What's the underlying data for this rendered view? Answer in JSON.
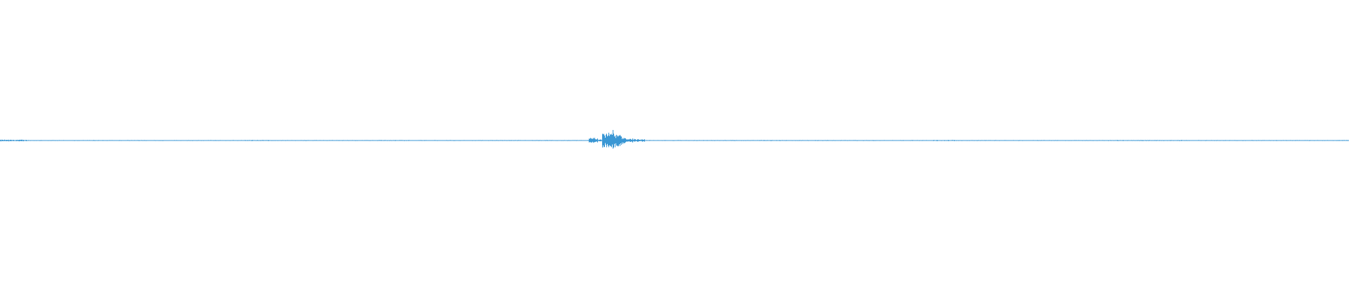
{
  "waveform": {
    "color": "#3a97d4",
    "background": "#ffffff",
    "channel_count": 1,
    "segments": [
      {
        "from": 0.0,
        "to": 0.02,
        "level": 0.035
      },
      {
        "from": 0.02,
        "to": 0.06,
        "level": 0.012
      },
      {
        "from": 0.06,
        "to": 0.07,
        "level": 0.02
      },
      {
        "from": 0.07,
        "to": 0.18,
        "level": 0.012
      },
      {
        "from": 0.18,
        "to": 0.2,
        "level": 0.022
      },
      {
        "from": 0.2,
        "to": 0.28,
        "level": 0.012
      },
      {
        "from": 0.28,
        "to": 0.3,
        "level": 0.02
      },
      {
        "from": 0.3,
        "to": 0.428,
        "level": 0.01
      },
      {
        "from": 0.428,
        "to": 0.436,
        "level": 0.002
      },
      {
        "from": 0.436,
        "to": 0.443,
        "level": 0.11
      },
      {
        "from": 0.443,
        "to": 0.446,
        "level": 0.04
      },
      {
        "from": 0.446,
        "to": 0.45,
        "level": 0.3
      },
      {
        "from": 0.45,
        "to": 0.455,
        "level": 0.4
      },
      {
        "from": 0.455,
        "to": 0.46,
        "level": 0.28
      },
      {
        "from": 0.46,
        "to": 0.464,
        "level": 0.18
      },
      {
        "from": 0.464,
        "to": 0.47,
        "level": 0.08
      },
      {
        "from": 0.47,
        "to": 0.478,
        "level": 0.05
      },
      {
        "from": 0.478,
        "to": 0.49,
        "level": 0.01
      },
      {
        "from": 0.49,
        "to": 0.5,
        "level": 0.02
      },
      {
        "from": 0.5,
        "to": 0.56,
        "level": 0.012
      },
      {
        "from": 0.56,
        "to": 0.58,
        "level": 0.02
      },
      {
        "from": 0.58,
        "to": 0.69,
        "level": 0.012
      },
      {
        "from": 0.69,
        "to": 0.71,
        "level": 0.022
      },
      {
        "from": 0.71,
        "to": 0.82,
        "level": 0.012
      },
      {
        "from": 0.82,
        "to": 0.88,
        "level": 0.02
      },
      {
        "from": 0.88,
        "to": 1.0,
        "level": 0.012
      }
    ]
  }
}
